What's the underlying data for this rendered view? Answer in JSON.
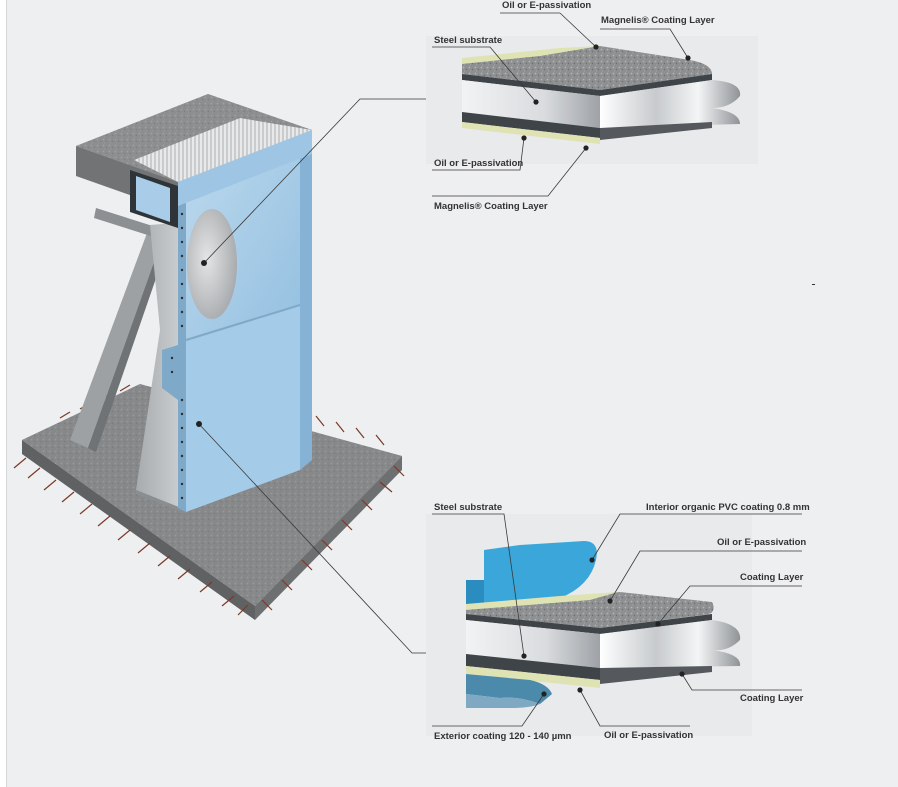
{
  "colors": {
    "background": "#eeeff0",
    "pvc_blue": "#a9cde8",
    "concrete": "#7d7d7d",
    "steel_face": "#e4e6e9",
    "dark_band": "#3d4246",
    "passivation": "#dfe3b4",
    "leader_line": "#3a3a3a"
  },
  "top_detail": {
    "labels": {
      "top_oil": "Oil or E-passivation",
      "top_magnelis": "Magnelis® Coating Layer",
      "steel": "Steel substrate",
      "bottom_oil": "Oil or E-passivation",
      "bottom_magnelis": "Magnelis® Coating Layer"
    }
  },
  "bottom_detail": {
    "labels": {
      "steel": "Steel substrate",
      "interior_pvc": "Interior organic PVC coating 0.8 mm",
      "oil_top": "Oil or E-passivation",
      "coating_top": "Coating Layer",
      "coating_bottom": "Coating Layer",
      "exterior": "Exterior coating 120 - 140 µmn",
      "oil_bottom": "Oil or E-passivation"
    }
  }
}
